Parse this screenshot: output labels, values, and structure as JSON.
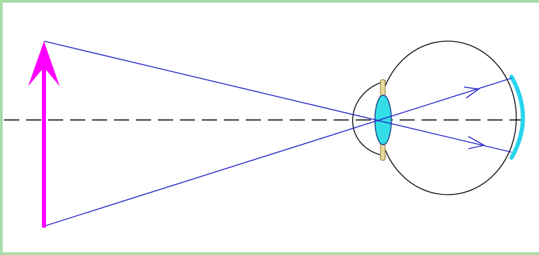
{
  "diagram": {
    "colors": {
      "frame": "#a9dca9",
      "background": "#ffffff",
      "object_arrow": "#ff00ff",
      "rays": "#2323c8",
      "optical_axis": "#000000",
      "eye_outline": "#000000",
      "lens_fill": "#33dde6",
      "lens_outline": "#1a3a8a",
      "retina": "#27d4ee",
      "iris": "#e8d89c"
    },
    "elements": {
      "object_arrow": "upright-object-arrow",
      "optical_axis": "dashed-optical-axis",
      "eye": "eyeball-cross-section",
      "lens": "eye-lens",
      "retina": "retina-arc",
      "rays": "light-rays"
    }
  }
}
